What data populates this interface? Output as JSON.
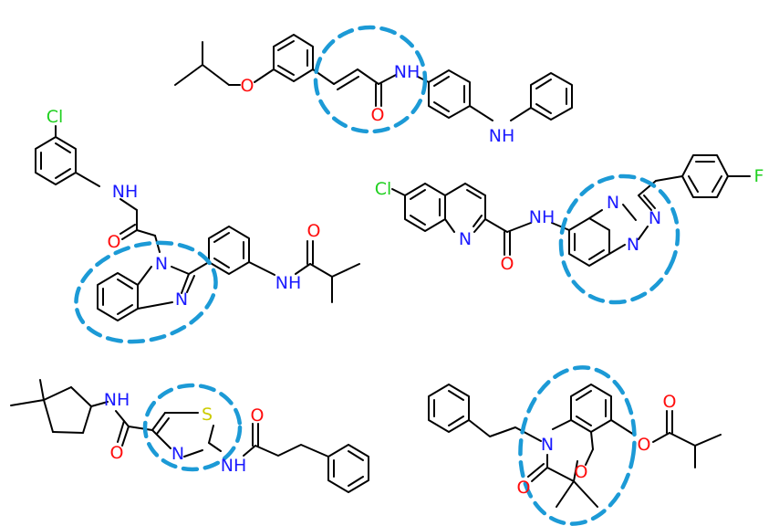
{
  "colors": {
    "bond": "#000000",
    "nitrogen": "#1a1aff",
    "oxygen": "#ff0d0d",
    "sulfur": "#cccc00",
    "chlorine": "#1fd01f",
    "fluorine": "#1fd01f",
    "highlight": "#1c9ad6"
  },
  "molecules": {
    "m1": {
      "atoms": {
        "o_ether": "O",
        "nh_amide": "NH",
        "o_carbonyl": "O",
        "nh_amine": "NH"
      }
    },
    "m2": {
      "atoms": {
        "cl": "Cl",
        "nh_anilide": "NH",
        "o_carbonyl": "O",
        "n1": "N",
        "n3": "N",
        "o_carbonyl2": "O",
        "nh_amide2": "NH"
      }
    },
    "m3": {
      "atoms": {
        "cl": "Cl",
        "n_quinoline": "N",
        "o_carbonyl": "O",
        "nh_amide": "NH",
        "n_a": "N",
        "n_b": "N",
        "n_c": "N",
        "f": "F"
      }
    },
    "m4": {
      "atoms": {
        "nh_amide": "NH",
        "o_carbonyl": "O",
        "s": "S",
        "n_thiazole": "N",
        "nh_amide2": "NH",
        "o_carbonyl2": "O"
      }
    },
    "m5": {
      "atoms": {
        "n": "N",
        "o_ring": "O",
        "o_carbonyl": "O",
        "o_ester": "O",
        "o_ester_carbonyl": "O"
      }
    }
  }
}
